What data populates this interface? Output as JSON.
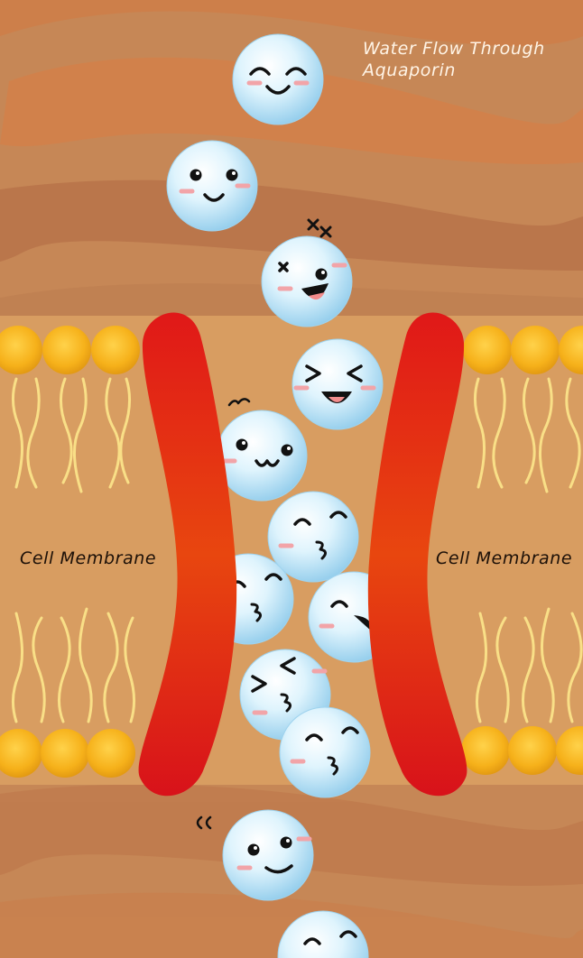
{
  "title": {
    "line1": "Water Flow Through",
    "line2": "Aquaporin"
  },
  "membrane_label_left": "Cell Membrane",
  "membrane_label_right": "Cell Membrane",
  "colors": {
    "background": "#c98a5a",
    "channel_protein": "#e0191a",
    "lipid_head": "#f5b21a",
    "lipid_tail": "#f9e08a",
    "water_molecule": "#cfeefc"
  },
  "water_molecules": [
    {
      "expression": "smile-closed-eyes"
    },
    {
      "expression": "smile"
    },
    {
      "expression": "dizzy-open-mouth"
    },
    {
      "expression": "squint-laugh"
    },
    {
      "expression": "smile-shy"
    },
    {
      "expression": "squished"
    },
    {
      "expression": "squished"
    },
    {
      "expression": "squished-laugh"
    },
    {
      "expression": "squint-squished"
    },
    {
      "expression": "squished"
    },
    {
      "expression": "smile-wobble"
    },
    {
      "expression": "squished"
    }
  ]
}
